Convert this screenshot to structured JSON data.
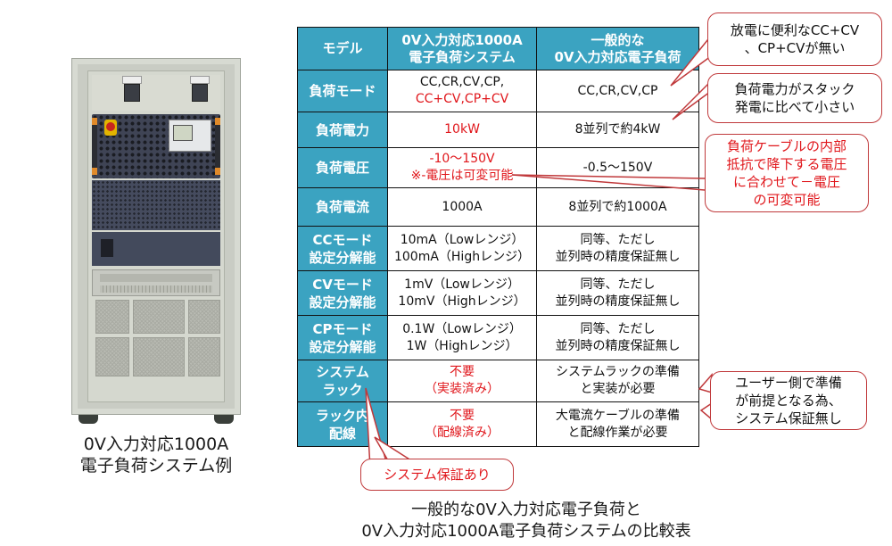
{
  "photo": {
    "caption_line1": "0V入力対応1000A",
    "caption_line2": "電子負荷システム例"
  },
  "table": {
    "headers": [
      "モデル",
      "0V入力対応1000A 電子負荷システム",
      "一般的な 0V入力対応電子負荷"
    ],
    "header_lines": {
      "col1": "モデル",
      "col2_line1": "0V入力対応1000A",
      "col2_line2": "電子負荷システム",
      "col3_line1": "一般的な",
      "col3_line2": "0V入力対応電子負荷"
    },
    "rows": [
      {
        "label": [
          "負荷モード"
        ],
        "system": [
          "CC,CR,CV,CP,",
          "CC+CV,CP+CV"
        ],
        "system_red_lines": [
          1
        ],
        "general": [
          "CC,CR,CV,CP"
        ]
      },
      {
        "label": [
          "負荷電力"
        ],
        "system": [
          "10kW"
        ],
        "system_red_lines": [
          0
        ],
        "general": [
          "8並列で約4kW"
        ]
      },
      {
        "label": [
          "負荷電圧"
        ],
        "system": [
          "-10～150V",
          "※-電圧は可変可能"
        ],
        "system_red_lines": [
          0,
          1
        ],
        "general": [
          "-0.5～150V"
        ]
      },
      {
        "label": [
          "負荷電流"
        ],
        "system": [
          "1000A"
        ],
        "system_red_lines": [],
        "general": [
          "8並列で約1000A"
        ]
      },
      {
        "label": [
          "CCモード",
          "設定分解能"
        ],
        "system": [
          "10mA（Lowレンジ）",
          "100mA（Highレンジ）"
        ],
        "system_red_lines": [],
        "general": [
          "同等、ただし",
          "並列時の精度保証無し"
        ]
      },
      {
        "label": [
          "CVモード",
          "設定分解能"
        ],
        "system": [
          "1mV（Lowレンジ）",
          "10mV（Highレンジ）"
        ],
        "system_red_lines": [],
        "general": [
          "同等、ただし",
          "並列時の精度保証無し"
        ]
      },
      {
        "label": [
          "CPモード",
          "設定分解能"
        ],
        "system": [
          "0.1W（Lowレンジ）",
          "1W（Highレンジ）"
        ],
        "system_red_lines": [],
        "general": [
          "同等、ただし",
          "並列時の精度保証無し"
        ]
      },
      {
        "label": [
          "システム",
          "ラック"
        ],
        "system": [
          "不要",
          "（実装済み）"
        ],
        "system_red_lines": [
          0,
          1
        ],
        "general": [
          "システムラックの準備",
          "と実装が必要"
        ]
      },
      {
        "label": [
          "ラック内",
          "配線"
        ],
        "system": [
          "不要",
          "（配線済み）"
        ],
        "system_red_lines": [
          0,
          1
        ],
        "general": [
          "大電流ケーブルの準備",
          "と配線作業が必要"
        ]
      }
    ]
  },
  "callouts": {
    "no_cc_cv": [
      "放電に便利なCC+CV",
      "、CP+CVが無い"
    ],
    "small_power": [
      "負荷電力がスタック",
      "発電に比べて小さい"
    ],
    "variable_voltage": [
      "負荷ケーブルの内部",
      "抵抗で降下する電圧",
      "に合わせて－電圧",
      "の可変可能"
    ],
    "user_prep": [
      "ユーザー側で準備",
      "が前提となる為、",
      "システム保証無し"
    ],
    "system_guarantee": [
      "システム保証あり"
    ]
  },
  "caption": {
    "line1": "一般的な0V入力対応電子負荷と",
    "line2": "0V入力対応1000A電子負荷システムの比較表"
  },
  "colors": {
    "header_bg": "#3ba3c1",
    "header_text": "#ffffff",
    "highlight_red": "#e0161b",
    "callout_border": "#c0393b"
  }
}
